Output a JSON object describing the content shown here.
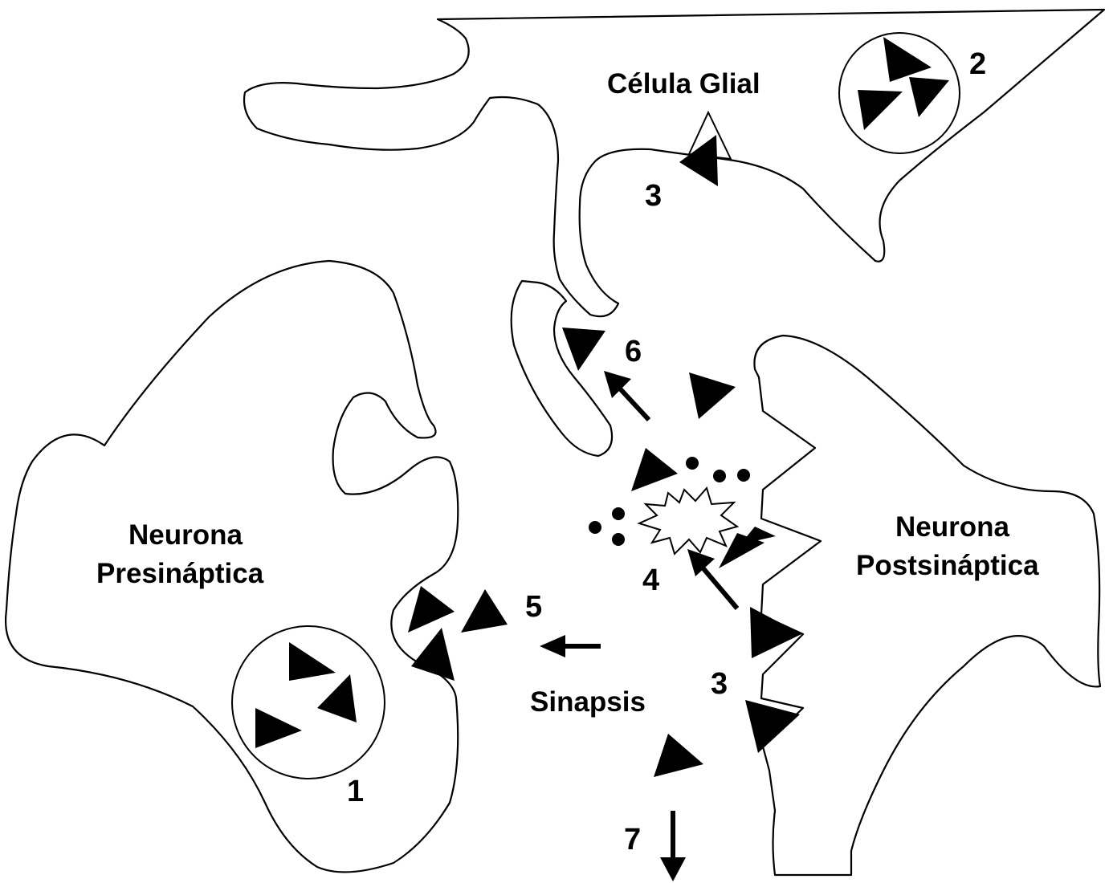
{
  "diagram": {
    "labels": {
      "glial_cell": "Célula Glial",
      "presynaptic_line1": "Neurona",
      "presynaptic_line2": "Presináptica",
      "postsynaptic_line1": "Neurona",
      "postsynaptic_line2": "Postsináptica",
      "synapse": "Sinapsis"
    },
    "steps": {
      "step_1": "1",
      "step_2": "2",
      "step_3_glial": "3",
      "step_3_post": "3",
      "step_4": "4",
      "step_5": "5",
      "step_6": "6",
      "step_7": "7"
    }
  }
}
